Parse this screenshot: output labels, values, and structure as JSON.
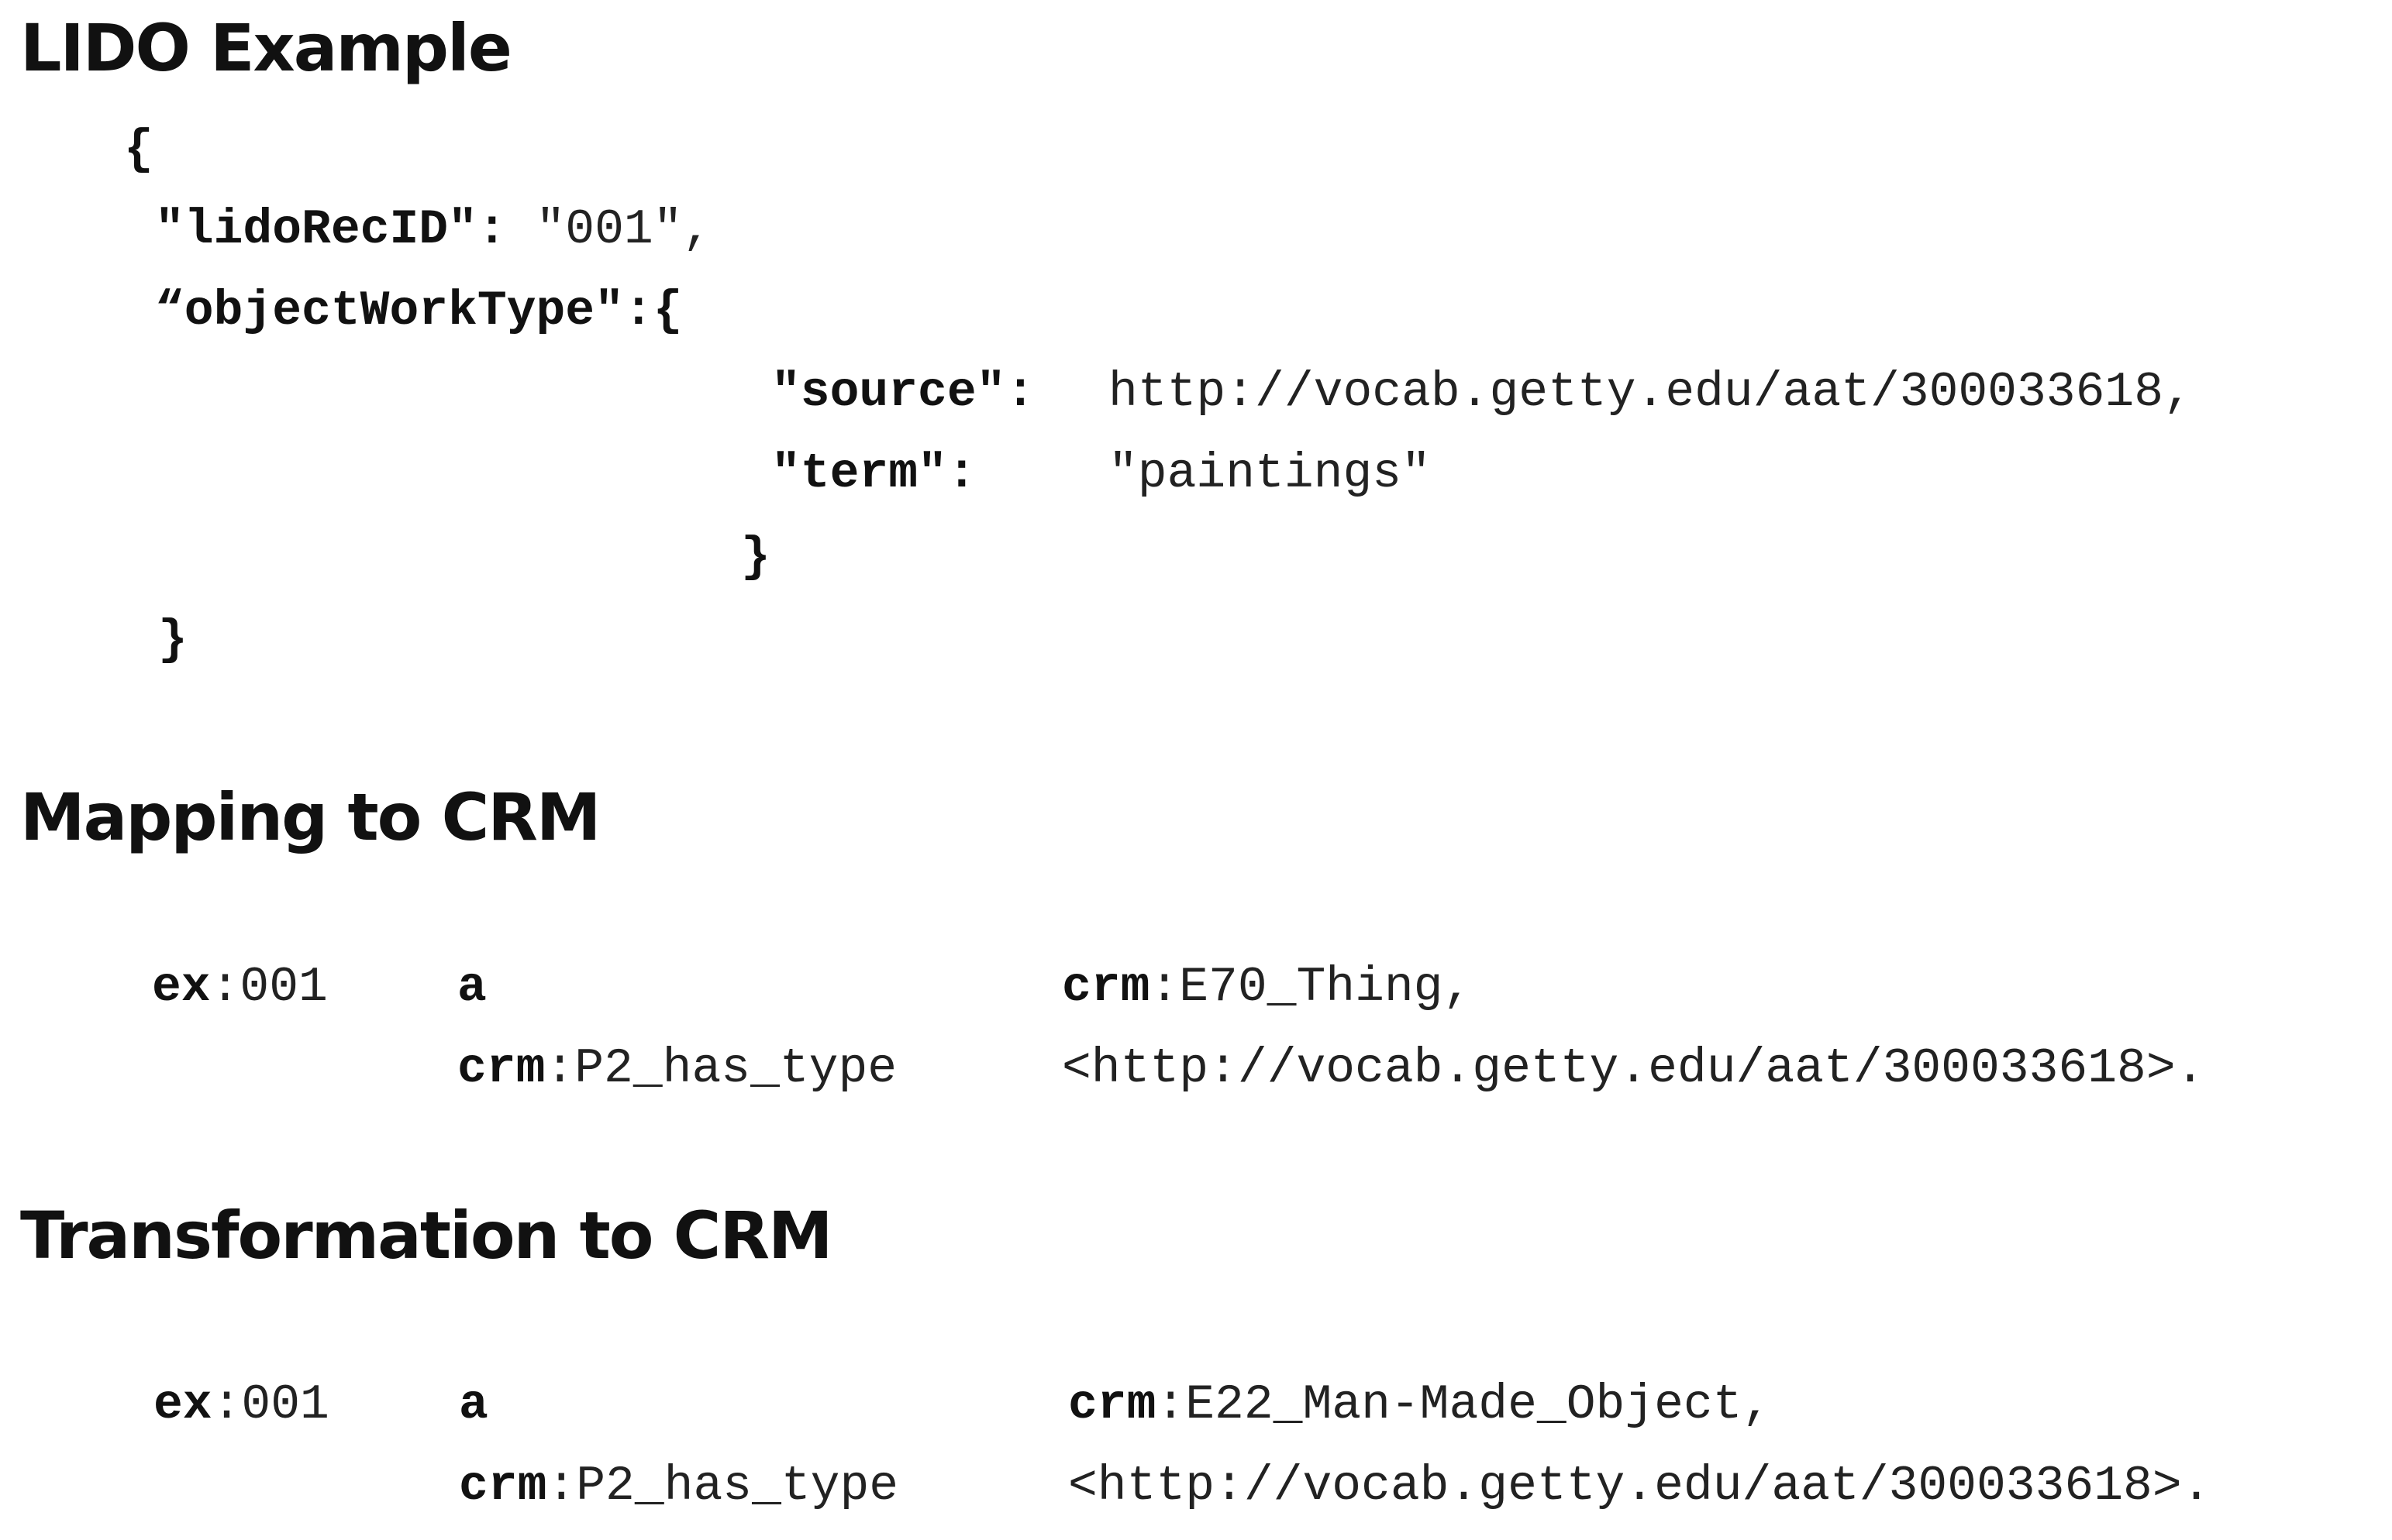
{
  "lido": {
    "heading": "LIDO Example",
    "open_brace": "{",
    "rec_id_key": "\"lidoRecID\"",
    "rec_id_colon": ": ",
    "rec_id_value": "\"001\",",
    "owt_key": "“objectWorkType\"",
    "owt_colon": ":",
    "owt_open": "{",
    "source_key": "\"source\"",
    "source_colon": ":",
    "source_value": "http://vocab.getty.edu/aat/300033618,",
    "term_key": "\"term\"",
    "term_colon": ":",
    "term_value": "\"paintings\"",
    "inner_close": "}",
    "outer_close": "}"
  },
  "mapping": {
    "heading": "Mapping to CRM",
    "subject_prefix": "ex",
    "subject_local": ":001",
    "pred1": "a",
    "obj1_prefix": "crm",
    "obj1_local": ":E70_Thing,",
    "pred2_prefix": "crm",
    "pred2_local": ":P2_has_type",
    "obj2": "<http://vocab.getty.edu/aat/300033618>."
  },
  "transformation": {
    "heading": "Transformation to CRM",
    "subject_prefix": "ex",
    "subject_local": ":001",
    "pred1": "a",
    "obj1_prefix": "crm",
    "obj1_local": ":E22_Man-Made_Object,",
    "pred2_prefix": "crm",
    "pred2_local": ":P2_has_type",
    "obj2": "<http://vocab.getty.edu/aat/300033618>."
  }
}
